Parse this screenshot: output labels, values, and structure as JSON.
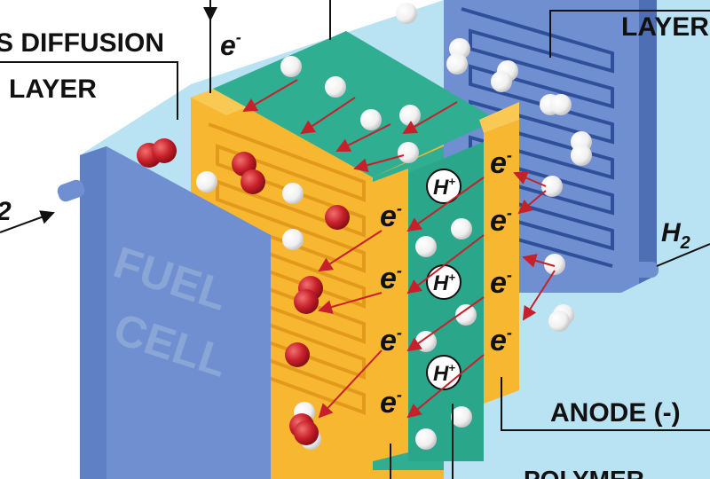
{
  "labels": {
    "gas_diffusion_line1": "S DIFFUSION",
    "gas_diffusion_line2": "LAYER",
    "layer_top_right": "LAYER",
    "anode": "ANODE (-)",
    "polymer": "POLYMER",
    "fuel_cell_line1": "FUEL",
    "fuel_cell_line2": "CELL",
    "h2": "H",
    "h2_sub": "2",
    "o2_sub": "2",
    "electron_top": "e",
    "electron_sup": "-",
    "proton": "H",
    "proton_sup": "+"
  },
  "colors": {
    "plate_blue": "#6f8fd0",
    "plate_dark": "#4f6fb5",
    "electrode_yellow": "#f7b731",
    "electrode_dark": "#e39a1c",
    "membrane_green": "#2fae92",
    "water_light": "#b9e2f2",
    "oxygen_red": "#c8202a",
    "arrow_red": "#c8202a"
  },
  "icons": {
    "hydrogen_molecule": "hydrogen-molecule-icon",
    "oxygen_molecule": "oxygen-molecule-icon",
    "proton": "proton-icon"
  }
}
